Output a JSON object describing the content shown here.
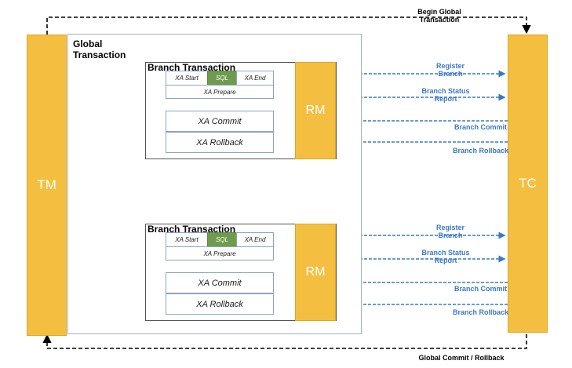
{
  "tm": {
    "label": "TM"
  },
  "tc": {
    "label": "TC"
  },
  "global": {
    "title": "Global\nTransaction"
  },
  "top_flow": {
    "label": "Begin Global\nTransaction"
  },
  "bottom_flow": {
    "label": "Global Commit / Rollback"
  },
  "branches": [
    {
      "title": "Branch Transaction",
      "xa_start": "XA Start",
      "sql": "SQL",
      "xa_end": "XA End",
      "xa_prepare": "XA Prepare",
      "xa_commit": "XA Commit",
      "xa_rollback": "XA Rollback",
      "rm": "RM",
      "arrows": {
        "register": "Register\nBranch",
        "status": "Branch Status\nReport",
        "commit": "Branch Commit",
        "rollback": "Branch Rollback"
      }
    },
    {
      "title": "Branch Transaction",
      "xa_start": "XA Start",
      "sql": "SQL",
      "xa_end": "XA End",
      "xa_prepare": "XA Prepare",
      "xa_commit": "XA Commit",
      "xa_rollback": "XA Rollback",
      "rm": "RM",
      "arrows": {
        "register": "Register\nBranch",
        "status": "Branch Status\nReport",
        "commit": "Branch Commit",
        "rollback": "Branch Rollback"
      }
    }
  ],
  "colors": {
    "bar": "#f4bf41",
    "sql": "#6e9b4e",
    "arrow": "#3b78c6",
    "label": "#3b78c6"
  }
}
